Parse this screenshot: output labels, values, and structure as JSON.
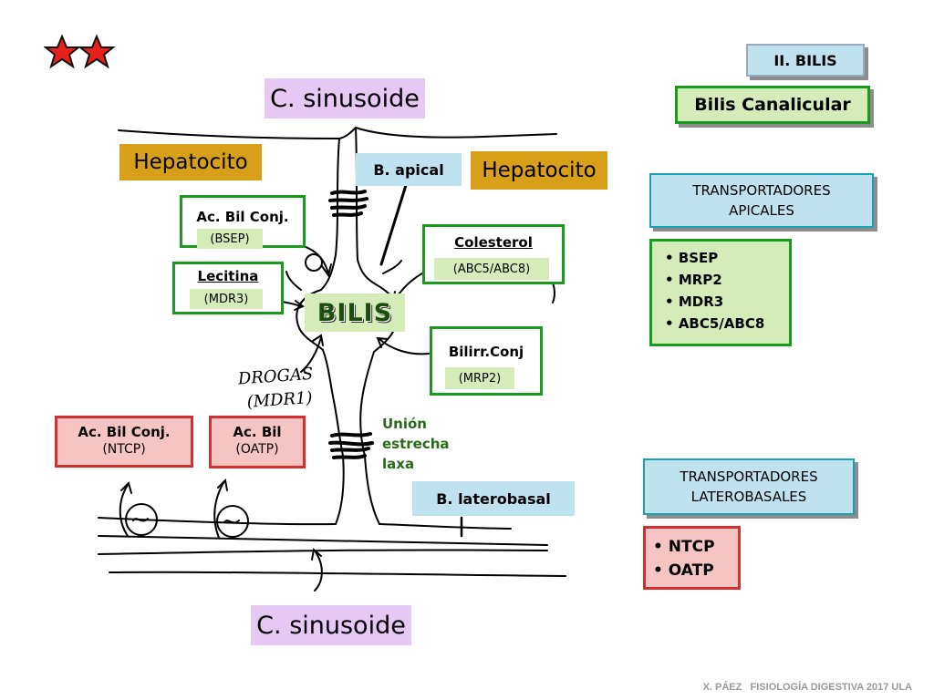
{
  "section_tag": "II. BILIS",
  "slide_title": "Bilis Canalicular",
  "labels": {
    "sinusoid_top": "C. sinusoide",
    "sinusoid_bottom": "C. sinusoide",
    "hepatocyte_left": "Hepatocito",
    "hepatocyte_right": "Hepatocito",
    "apical": "B. apical",
    "laterobasal": "B. laterobasal",
    "bile": "BILIS",
    "tight_junction": [
      "Unión",
      "estrecha",
      "laxa"
    ],
    "handwritten_drugs": [
      "DROGAS",
      "(MDR1)"
    ]
  },
  "apical_boxes": {
    "bile_acids": {
      "title": "Ac. Bil Conj.",
      "transporter": "(BSEP)"
    },
    "lecithin": {
      "title": "Lecitina",
      "transporter": "(MDR3)"
    },
    "cholesterol": {
      "title": "Colesterol",
      "transporter": "(ABC5/ABC8)"
    },
    "bilirubin": {
      "title": "Bilirr.Conj",
      "transporter": "(MRP2)"
    }
  },
  "basolateral_boxes": {
    "bile_acids_conj": {
      "title": "Ac. Bil Conj.",
      "transporter": "(NTCP)"
    },
    "bile_acids": {
      "title": "Ac. Bil",
      "transporter": "(OATP)"
    }
  },
  "legend": {
    "apical_header": "TRANSPORTADORES APICALES",
    "apical_items": [
      "BSEP",
      "MRP2",
      "MDR3",
      "ABC5/ABC8"
    ],
    "laterobasal_header": "TRANSPORTADORES LATEROBASALES",
    "laterobasal_items": [
      "NTCP",
      "OATP"
    ]
  },
  "footer": "X. PÁEZ   FISIOLOGÍA DIGESTIVA 2017 ULA",
  "colors": {
    "lavender": "#e6c8f4",
    "gold": "#d7a018",
    "cyan": "#bfe3ee",
    "green_border": "#1a9a1e",
    "pale_green": "#d6ecb8",
    "red_border": "#d43030",
    "pink": "#f7c4c4",
    "star_red": "#e8201a"
  },
  "icons": [
    "double-star-icon",
    "star-icon",
    "tight-junction-icon",
    "transporter-circle-icon"
  ]
}
